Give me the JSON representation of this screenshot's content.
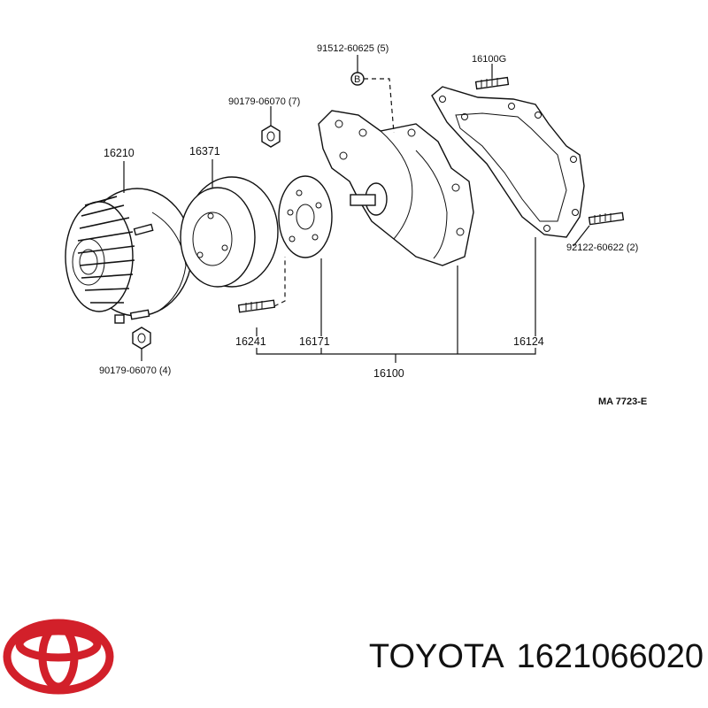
{
  "diagram": {
    "callouts": {
      "p16210": "16210",
      "p16371": "16371",
      "p90179_top": "90179-06070 (7)",
      "p91512": "91512-60625 (5)",
      "p16100G": "16100G",
      "p92122": "92122-60622 (2)",
      "p16241": "16241",
      "p16171": "16171",
      "p16124": "16124",
      "p16100": "16100",
      "p90179_bottom": "90179-06070 (4)",
      "bolt_letter": "B"
    },
    "drawing_code": "MA 7723-E"
  },
  "footer": {
    "brand_name": "TOYOTA",
    "part_number": "1621066020",
    "logo_color": "#d2202a"
  }
}
